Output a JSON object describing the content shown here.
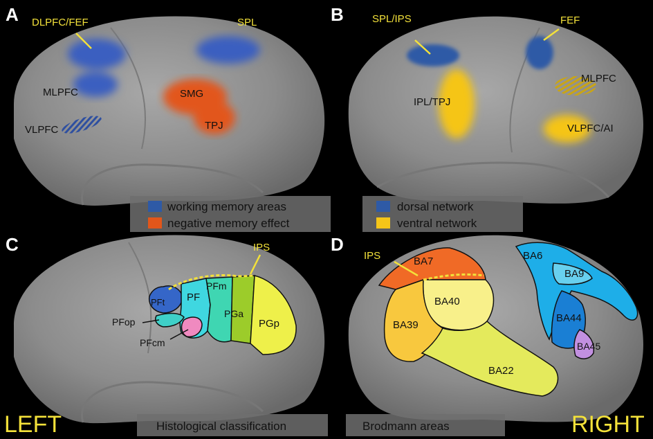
{
  "panels": {
    "a": {
      "letter": "A",
      "regions": {
        "dlpfc_fef": "DLPFC/FEF",
        "spl": "SPL",
        "mlpfc": "MLPFC",
        "smg": "SMG",
        "vlpfc": "VLPFC",
        "tpj": "TPJ"
      },
      "legend": [
        {
          "label": "working memory areas",
          "color": "#2e5aa6"
        },
        {
          "label": "negative memory effect",
          "color": "#e2561a"
        }
      ]
    },
    "b": {
      "letter": "B",
      "regions": {
        "spl_ips": "SPL/IPS",
        "fef": "FEF",
        "mlpfc": "MLPFC",
        "ipl_tpj": "IPL/TPJ",
        "vlpfc_ai": "VLPFC/AI"
      },
      "legend": [
        {
          "label": "dorsal network",
          "color": "#2e5aa6"
        },
        {
          "label": "ventral network",
          "color": "#f5c518"
        }
      ]
    },
    "c": {
      "letter": "C",
      "regions": {
        "ips": "IPS",
        "pft": "PFt",
        "pf": "PF",
        "pfm": "PFm",
        "pfop": "PFop",
        "pga": "PGa",
        "pgp": "PGp",
        "pfcm": "PFcm"
      },
      "caption": "Histological classification",
      "hemisphere": "LEFT"
    },
    "d": {
      "letter": "D",
      "regions": {
        "ips": "IPS",
        "ba7": "BA7",
        "ba6": "BA6",
        "ba9": "BA9",
        "ba40": "BA40",
        "ba39": "BA39",
        "ba44": "BA44",
        "ba45": "BA45",
        "ba22": "BA22"
      },
      "caption": "Brodmann areas",
      "hemisphere": "RIGHT"
    }
  },
  "colors": {
    "annotation": "#f3e13a",
    "brain": "#8f8f8f",
    "background": "#000000"
  }
}
